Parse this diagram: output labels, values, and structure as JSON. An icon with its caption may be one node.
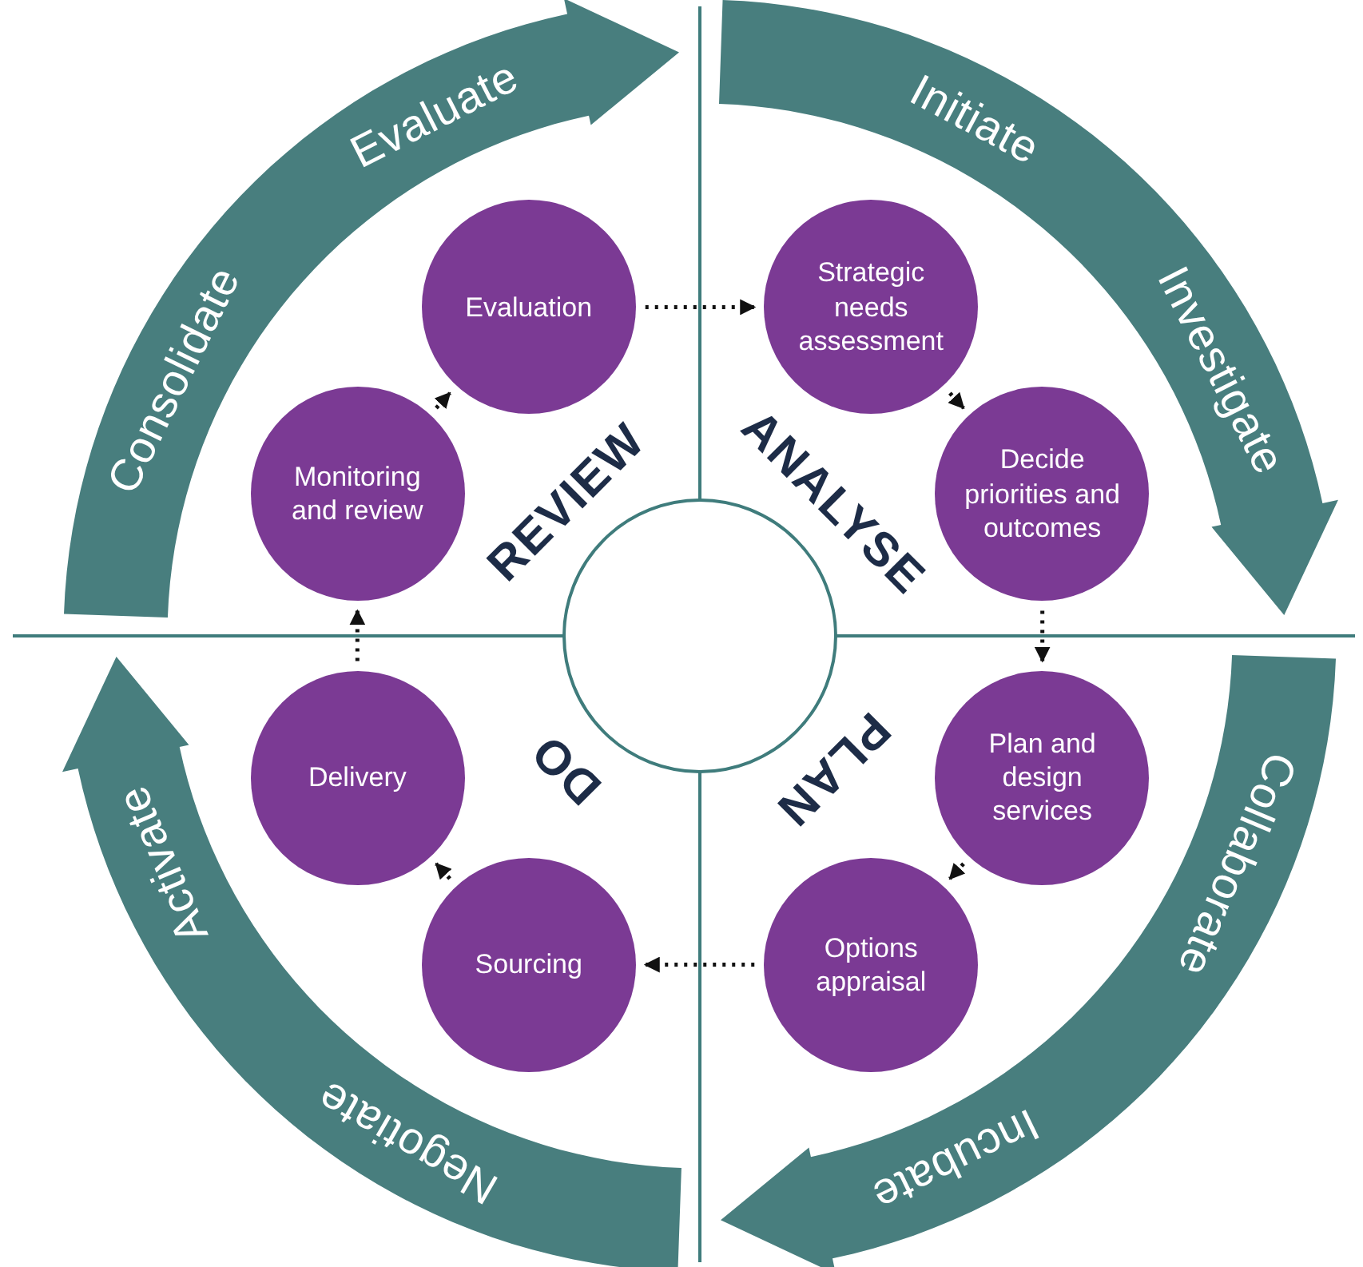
{
  "diagram": {
    "nodes": [
      {
        "text": [
          "Consolidate",
          "Evaluate"
        ]
      },
      {
        "text": [
          "Initiate",
          "Investigate"
        ]
      },
      {
        "text": [
          "Collaborate",
          "Incubate"
        ]
      },
      {
        "text": [
          "Negotiate",
          "Activate"
        ]
      },
      {
        "text": [
          "Evaluation"
        ]
      },
      {
        "text": [
          "Strategic needs assessment"
        ]
      },
      {
        "text": [
          "Decide priorities and outcomes"
        ]
      },
      {
        "text": [
          "Plan and design services"
        ]
      },
      {
        "text": [
          "Options appraisal"
        ]
      },
      {
        "text": [
          "Sourcing"
        ]
      },
      {
        "text": [
          "Delivery"
        ]
      },
      {
        "text": [
          "Monitoring and review"
        ]
      },
      {
        "text": [],
        "shape": "circle"
      }
    ],
    "edges": [
      {
        "from": 4,
        "to": 5,
        "arrow": "to"
      },
      {
        "from": 5,
        "to": 6,
        "arrow": "to"
      },
      {
        "from": 6,
        "to": 7,
        "arrow": "to"
      },
      {
        "from": 7,
        "to": 8,
        "arrow": "to"
      },
      {
        "from": 8,
        "to": 9,
        "arrow": "to"
      },
      {
        "from": 9,
        "to": 10,
        "arrow": "to"
      },
      {
        "from": 10,
        "to": 11,
        "arrow": "to"
      },
      {
        "from": 11,
        "to": 4,
        "arrow": "to"
      }
    ],
    "labels": [
      "REVIEW",
      "ANALYSE",
      "PLAN",
      "DO"
    ]
  }
}
